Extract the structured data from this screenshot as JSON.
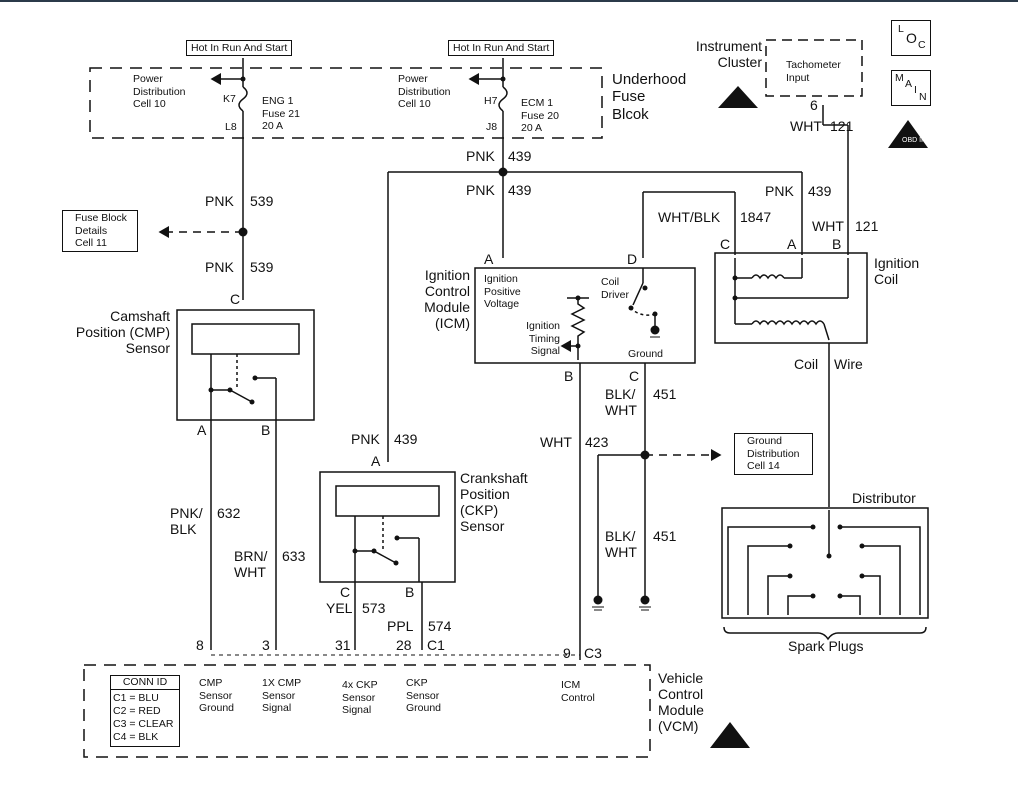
{
  "diagram_title": "Ignition System Wiring Diagram",
  "hot_labels": [
    "Hot In Run And Start",
    "Hot In Run And Start"
  ],
  "underhood_fuse_block": {
    "label": [
      "Underhood",
      "Fuse",
      "Blcok"
    ],
    "left_fuse": {
      "power_dist": [
        "Power",
        "Distribution",
        "Cell 10"
      ],
      "pin_in": "K7",
      "pin_out": "L8",
      "name": "ENG 1",
      "fuse": "Fuse 21",
      "rating": "20 A"
    },
    "right_fuse": {
      "power_dist": [
        "Power",
        "Distribution",
        "Cell 10"
      ],
      "pin_in": "H7",
      "pin_out": "J8",
      "name": "ECM 1",
      "fuse": "Fuse 20",
      "rating": "20 A"
    }
  },
  "instrument_cluster": {
    "label": [
      "Instrument",
      "Cluster"
    ],
    "input": [
      "Tachometer",
      "Input"
    ],
    "pin": "6"
  },
  "badges": {
    "loc": [
      "L",
      "O",
      "C"
    ],
    "main": [
      "M",
      "A",
      "I",
      "N"
    ],
    "obd": "OBD II"
  },
  "fuse_block_details": [
    "Fuse Block",
    "Details",
    "Cell 11"
  ],
  "ground_distribution": [
    "Ground",
    "Distribution",
    "Cell 14"
  ],
  "wires": {
    "pnk539_a": {
      "color": "PNK",
      "circuit": "539"
    },
    "pnk539_b": {
      "color": "PNK",
      "circuit": "539"
    },
    "pnk439_top": {
      "color": "PNK",
      "circuit": "439"
    },
    "pnk439_icm": {
      "color": "PNK",
      "circuit": "439"
    },
    "pnk439_coil": {
      "color": "PNK",
      "circuit": "439"
    },
    "pnk439_ckp": {
      "color": "PNK",
      "circuit": "439"
    },
    "wht121_top": {
      "color": "WHT",
      "circuit": "121"
    },
    "wht121_coil": {
      "color": "WHT",
      "circuit": "121"
    },
    "whtblk1847": {
      "color": "WHT/BLK",
      "circuit": "1847"
    },
    "pnkblk632": {
      "color": [
        "PNK/",
        "BLK"
      ],
      "circuit": "632"
    },
    "brnwht633": {
      "color": [
        "BRN/",
        "WHT"
      ],
      "circuit": "633"
    },
    "yel573": {
      "color": "YEL",
      "circuit": "573"
    },
    "ppl574": {
      "color": "PPL",
      "circuit": "574"
    },
    "wht423": {
      "color": "WHT",
      "circuit": "423"
    },
    "blkwht451_a": {
      "color": [
        "BLK/",
        "WHT"
      ],
      "circuit": "451"
    },
    "blkwht451_b": {
      "color": [
        "BLK/",
        "WHT"
      ],
      "circuit": "451"
    },
    "coil_wire": [
      "Coil",
      "Wire"
    ]
  },
  "cmp_sensor": {
    "label": [
      "Camshaft",
      "Position (CMP)",
      "Sensor"
    ],
    "pins": {
      "c": "C",
      "a": "A",
      "b": "B"
    }
  },
  "ckp_sensor": {
    "label": [
      "Crankshaft",
      "Position",
      "(CKP)",
      "Sensor"
    ],
    "pins": {
      "a": "A",
      "c": "C",
      "b": "B"
    }
  },
  "icm": {
    "label": [
      "Ignition",
      "Control",
      "Module",
      "(ICM)"
    ],
    "pins": {
      "a": "A",
      "d": "D",
      "b": "B",
      "c": "C"
    },
    "positive_voltage": [
      "Ignition",
      "Positive",
      "Voltage"
    ],
    "coil_driver": [
      "Coil",
      "Driver"
    ],
    "timing_signal": [
      "Ignition",
      "Timing",
      "Signal"
    ],
    "ground": "Ground"
  },
  "ignition_coil": {
    "label": [
      "Ignition",
      "Coil"
    ],
    "pins": {
      "c": "C",
      "a": "A",
      "b": "B"
    }
  },
  "distributor": {
    "label": "Distributor",
    "spark_plugs": "Spark Plugs"
  },
  "vcm": {
    "label": [
      "Vehicle",
      "Control",
      "Module",
      "(VCM)"
    ],
    "conn_id": {
      "title": "CONN ID",
      "rows": [
        "C1 = BLU",
        "C2 = RED",
        "C3 = CLEAR",
        "C4 = BLK"
      ]
    },
    "pins": [
      {
        "num": "8",
        "conn": "",
        "desc": [
          "CMP",
          "Sensor",
          "Ground"
        ]
      },
      {
        "num": "3",
        "conn": "",
        "desc": [
          "1X CMP",
          "Sensor",
          "Signal"
        ]
      },
      {
        "num": "31",
        "conn": "",
        "desc": [
          "4x CKP",
          "Sensor",
          "Signal"
        ]
      },
      {
        "num": "28",
        "conn": "C1",
        "desc": [
          "CKP",
          "Sensor",
          "Ground"
        ]
      },
      {
        "num": "9",
        "conn": "C3",
        "desc": [
          "ICM",
          "Control"
        ]
      }
    ]
  }
}
